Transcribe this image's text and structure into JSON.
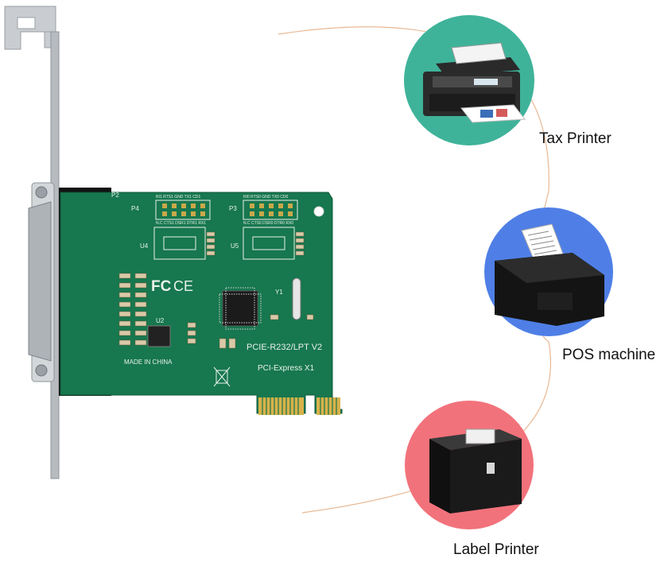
{
  "devices": [
    {
      "label": "Tax Printer",
      "color": "#3fb39a",
      "icon": "inkjet-printer-icon"
    },
    {
      "label": "POS machine",
      "color": "#4f7fe6",
      "icon": "receipt-printer-icon"
    },
    {
      "label": "Label Printer",
      "color": "#f2727b",
      "icon": "label-printer-icon"
    }
  ],
  "card": {
    "model_text": "PCIE-R232/LPT V2",
    "bus_text": "PCI-Express X1",
    "origin_text": "MADE IN CHINA",
    "fcc_text": "FC",
    "ce_text": "CE",
    "p2": "P2",
    "p3": "P3",
    "p4": "P4",
    "u2": "U2",
    "u4": "U4",
    "u5": "U5",
    "y1": "Y1",
    "p4_pins_top": "RI1 RTS1 GND TX1 CD1",
    "p4_pins_bottom": "N.C CTS1 DSR1 DTR1 RX1",
    "p3_pins_top": "RI0 RTS0 GND TX0 CD0",
    "p3_pins_bottom": "N.C CTS0 DSR0 DTR0 RX0",
    "pcb_color": "#17774e",
    "bracket_color": "#c9ccd0"
  }
}
